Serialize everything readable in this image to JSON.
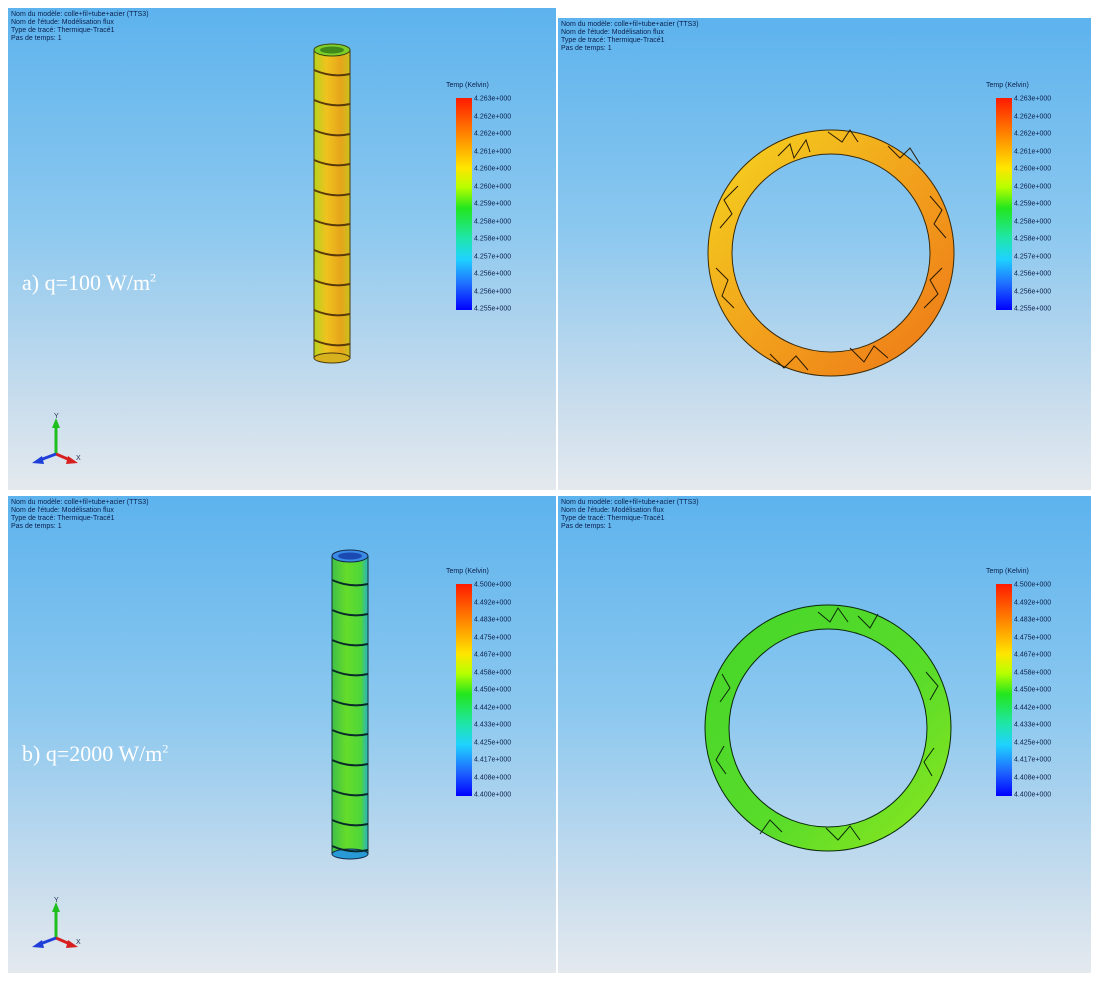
{
  "panels": [
    {
      "info": [
        "Nom du modèle: colle+fil+tube+acier (TTS3)",
        "Nom de l'étude: Modélisation flux",
        "Type de tracé: Thermique-Tracé1",
        "Pas de temps: 1"
      ],
      "legend": {
        "title": "Temp (Kelvin)",
        "ticks": [
          "4.263e+000",
          "4.262e+000",
          "4.262e+000",
          "4.261e+000",
          "4.260e+000",
          "4.260e+000",
          "4.259e+000",
          "4.258e+000",
          "4.258e+000",
          "4.257e+000",
          "4.256e+000",
          "4.256e+000",
          "4.255e+000"
        ]
      },
      "case_label": "a) q=100 W/m",
      "case_label_sup": "2"
    },
    {
      "info": [
        "Nom du modèle: colle+fil+tube+acier (TTS3)",
        "Nom de l'étude: Modélisation flux",
        "Type de tracé: Thermique-Tracé1",
        "Pas de temps: 1"
      ],
      "legend": {
        "title": "Temp (Kelvin)",
        "ticks": [
          "4.263e+000",
          "4.262e+000",
          "4.262e+000",
          "4.261e+000",
          "4.260e+000",
          "4.260e+000",
          "4.259e+000",
          "4.258e+000",
          "4.258e+000",
          "4.257e+000",
          "4.256e+000",
          "4.256e+000",
          "4.255e+000"
        ]
      }
    },
    {
      "info": [
        "Nom du modèle: colle+fil+tube+acier (TTS3)",
        "Nom de l'étude: Modélisation flux",
        "Type de tracé: Thermique-Tracé1",
        "Pas de temps: 1"
      ],
      "legend": {
        "title": "Temp (Kelvin)",
        "ticks": [
          "4.500e+000",
          "4.492e+000",
          "4.483e+000",
          "4.475e+000",
          "4.467e+000",
          "4.458e+000",
          "4.450e+000",
          "4.442e+000",
          "4.433e+000",
          "4.425e+000",
          "4.417e+000",
          "4.408e+000",
          "4.400e+000"
        ]
      },
      "case_label": "b) q=2000 W/m",
      "case_label_sup": "2"
    },
    {
      "info": [
        "Nom du modèle: colle+fil+tube+acier (TTS3)",
        "Nom de l'étude: Modélisation flux",
        "Type de tracé: Thermique-Tracé1",
        "Pas de temps: 1"
      ],
      "legend": {
        "title": "Temp (Kelvin)",
        "ticks": [
          "4.500e+000",
          "4.492e+000",
          "4.483e+000",
          "4.475e+000",
          "4.467e+000",
          "4.458e+000",
          "4.450e+000",
          "4.442e+000",
          "4.433e+000",
          "4.425e+000",
          "4.417e+000",
          "4.408e+000",
          "4.400e+000"
        ]
      }
    }
  ],
  "axis_triad": {
    "x": "X",
    "y": "Y"
  },
  "colors": {
    "hot": "#ff1a00",
    "cold": "#0000ff",
    "tube_a": "#d8c226",
    "ring_a": "#f2a21c",
    "tube_b": "#4fd63a",
    "ring_b": "#55dc2a"
  }
}
